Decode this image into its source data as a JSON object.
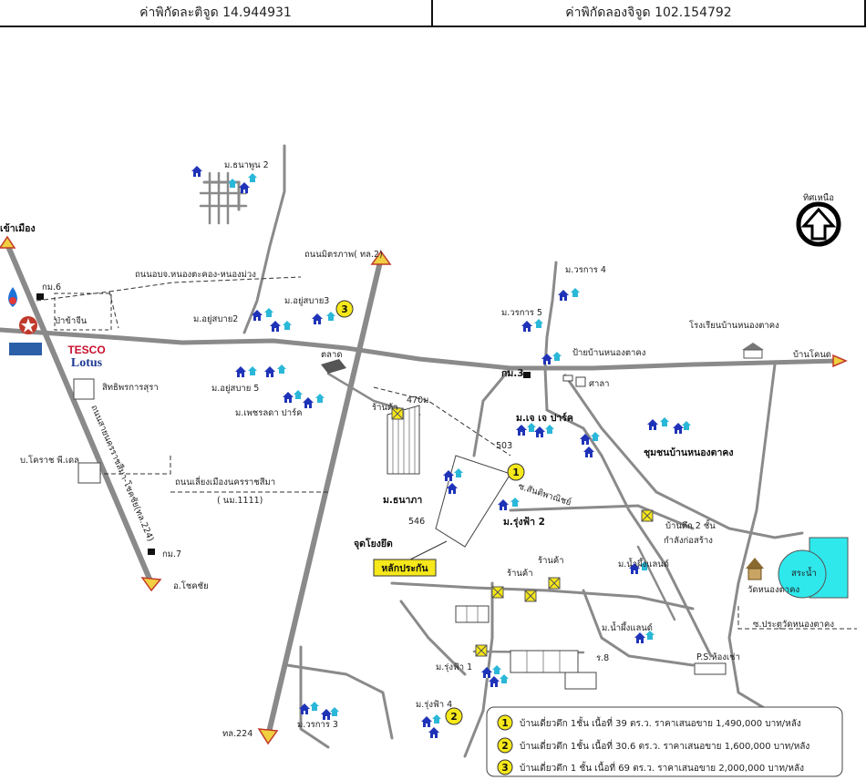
{
  "coordinates": {
    "latitude_label": "ค่าพิกัดละติจูด 14.944931",
    "longitude_label": "ค่าพิกัดลองจิจูด 102.154792"
  },
  "compass": {
    "label": "ทิศเหนือ"
  },
  "labels": {
    "to_city": "เข้าเมือง",
    "km6": "กม.6",
    "ban_chin": "ป่าข้าจีน",
    "tesco1": "TESCO",
    "tesco2": "Lotus",
    "sittipon": "สิทธิพรการสุรา",
    "nakorn_khorat": "บ.โคราช พี.เดล",
    "friendship_road": "ถนนมิตรภาพ( ทล.2)",
    "bypass_road": "ถนนอบจ.หนองตะคอง-หนองม่วง",
    "ring_road": "ถนนเลี่ยงเมืองนครราชสีมา",
    "ring_road_code": "( นม.1111)",
    "pakthongchai_road": "ถนนสายนครราชสีมา-โชคชัย(ทล.224)",
    "km7": "กม.7",
    "chokchai": "อ.โชคชัย",
    "hwy224": "ทล.224",
    "thanapun2": "ม.ธนาพูน 2",
    "yusabai3": "ม.อยู่สบาย3",
    "yusabai2": "ม.อยู่สบาย2",
    "yusabai5": "ม.อยู่สบาย 5",
    "petchlada": "ม.เพชรลดา ปาร์ค",
    "market": "ตลาด",
    "km3": "กม.3",
    "shop1": "ร้านค้า",
    "dist470": "470ม.",
    "worakarn4": "ม.วรการ 4",
    "worakarn5": "ม.วรการ 5",
    "ban_nongtakhong_sign": "ป้ายบ้านหนองตาคง",
    "sala": "ศาลา",
    "school": "โรงเรียนบ้านหนองตาคง",
    "ban_kot": "บ้านโคนด",
    "jj_park": "ม.เจ เจ ปาร์ค",
    "community": "ชุมชนบ้านหนองตาคง",
    "n503": "503",
    "soi": "ซ.สันติพาณิชย์",
    "thanapa": "ม.ธนาภา",
    "rungfa2": "ม.รุ่งฟ้า 2",
    "n546": "546",
    "landmark": "จุดโยงยึด",
    "marker": "หลักประกัน",
    "building2": "บ้านตึก 2 ชั้น",
    "building2b": "กำลังก่อสร้าง",
    "shop2": "ร้านค้า",
    "shop3": "ร้านค้า",
    "namphueng": "ม.น้ำผึ้งแลนด์",
    "pond": "สระน้ำ",
    "temple": "วัดหนองตาคง",
    "namphueng2": "ม.น้ำผึ้งแลนด์",
    "alley_temple": "ซ.ประตูวัดหนองตาคง",
    "rungfa1": "ม.รุ่งฟ้า 1",
    "n8": "ร.8",
    "ps": "P.S.ห้องเช่า",
    "worakarn3": "ม.วรการ 3",
    "rungfa4": "ม.รุ่งฟ้า 4"
  },
  "legend": [
    {
      "num": "1",
      "text": "บ้านเดี่ยวตึก 1ชั้น เนื้อที่ 39 ตร.ว. ราคาเสนอขาย 1,490,000 บาท/หลัง"
    },
    {
      "num": "2",
      "text": "บ้านเดี่ยวตึก 1ชั้น เนื้อที่ 30.6 ตร.ว. ราคาเสนอขาย 1,600,000 บาท/หลัง"
    },
    {
      "num": "3",
      "text": "บ้านเดี่ยวตึก 1 ชั้น เนื้อที่ 69 ตร.ว. ราคาเสนอขาย 2,000,000 บาท/หลัง"
    }
  ],
  "colors": {
    "road": "#8a8a8a",
    "house": "#1f33b8",
    "house_alt": "#2ab7d8",
    "marker_yellow": "#f6e81a",
    "pond": "#2ee8ec",
    "arrow": "#f0d040"
  }
}
